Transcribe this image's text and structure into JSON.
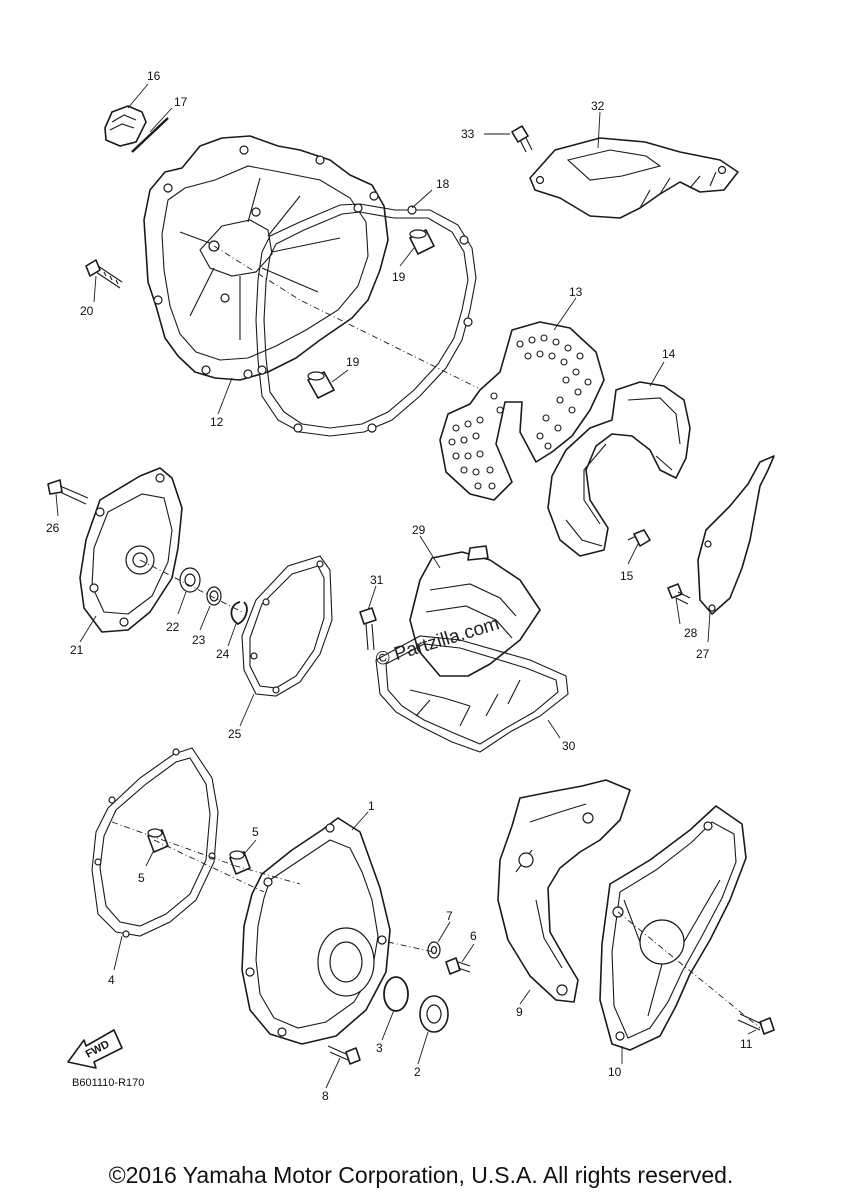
{
  "diagram": {
    "callouts": [
      {
        "id": "1",
        "label": "1"
      },
      {
        "id": "2",
        "label": "2"
      },
      {
        "id": "3",
        "label": "3"
      },
      {
        "id": "4",
        "label": "4"
      },
      {
        "id": "5a",
        "label": "5"
      },
      {
        "id": "5b",
        "label": "5"
      },
      {
        "id": "6",
        "label": "6"
      },
      {
        "id": "7",
        "label": "7"
      },
      {
        "id": "8",
        "label": "8"
      },
      {
        "id": "9",
        "label": "9"
      },
      {
        "id": "10",
        "label": "10"
      },
      {
        "id": "11",
        "label": "11"
      },
      {
        "id": "12",
        "label": "12"
      },
      {
        "id": "13",
        "label": "13"
      },
      {
        "id": "14",
        "label": "14"
      },
      {
        "id": "15",
        "label": "15"
      },
      {
        "id": "16",
        "label": "16"
      },
      {
        "id": "17",
        "label": "17"
      },
      {
        "id": "18",
        "label": "18"
      },
      {
        "id": "19a",
        "label": "19"
      },
      {
        "id": "19b",
        "label": "19"
      },
      {
        "id": "20",
        "label": "20"
      },
      {
        "id": "21",
        "label": "21"
      },
      {
        "id": "22",
        "label": "22"
      },
      {
        "id": "23",
        "label": "23"
      },
      {
        "id": "24",
        "label": "24"
      },
      {
        "id": "25",
        "label": "25"
      },
      {
        "id": "26",
        "label": "26"
      },
      {
        "id": "27",
        "label": "27"
      },
      {
        "id": "28",
        "label": "28"
      },
      {
        "id": "29",
        "label": "29"
      },
      {
        "id": "30",
        "label": "30"
      },
      {
        "id": "31",
        "label": "31"
      },
      {
        "id": "32",
        "label": "32"
      },
      {
        "id": "33",
        "label": "33"
      }
    ],
    "fwd_label": "FWD",
    "diagram_code": "B601110-R170",
    "watermark": "© Partzilla.com"
  },
  "footer": {
    "copyright": "©2016 Yamaha Motor Corporation, U.S.A. All rights reserved."
  }
}
